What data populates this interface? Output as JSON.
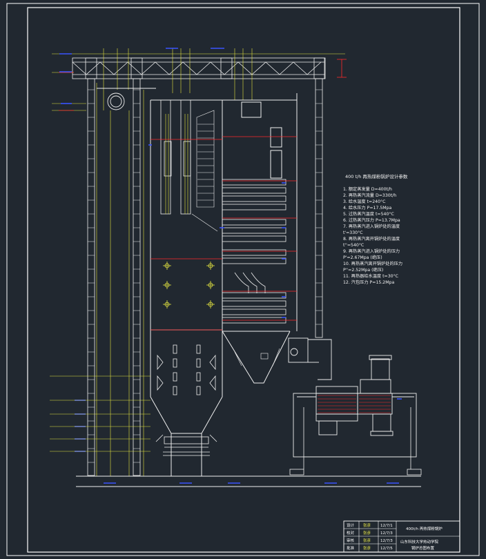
{
  "spec": {
    "title": "400 t/h 再热煤粉锅炉设计参数",
    "lines": [
      "1. 额定蒸发量  D=400t/h",
      "2. 再热蒸汽流量  D=330t/h",
      "3. 给水温度  t=240°C",
      "4. 给水压力  P=17.5Mpa",
      "5. 过热蒸汽温度  t=540°C",
      "6. 过热蒸汽压力  P=13.7Mpa",
      "7. 再热蒸汽进入锅炉处的温度",
      "t'=330°C",
      "8. 再热蒸汽离开锅炉处的温度",
      "t''=540°C",
      "9. 再热蒸汽进入锅炉处的压力",
      "P'=2.67Mpa (绝压)",
      "10. 再热蒸汽离开锅炉处的压力",
      "P''=2.52Mpa (绝压)",
      "11. 再热器给水温度  t=30°C",
      "12. 汽包压力  P=15.2Mpa"
    ]
  },
  "title_block": {
    "rows": [
      {
        "role": "设计",
        "name": "张彦",
        "date": "12/7/1"
      },
      {
        "role": "校对",
        "name": "张彦",
        "date": "12/7/3"
      },
      {
        "role": "审核",
        "name": "张彦",
        "date": "12/7/3"
      },
      {
        "role": "批准",
        "name": "张彦",
        "date": "12/7/5"
      }
    ],
    "drawing_title": "400t/h 再热煤粉锅炉",
    "school": "山东科技大学热动学院",
    "drawing_name": "锅炉总图布置"
  },
  "colors": {
    "background": "#212830",
    "frame": "#ffffff",
    "structure": "#f0f0f0",
    "yellow": "#e6e640",
    "red": "#ff2a2a",
    "blue": "#3a54ff",
    "text": "#f2f2f2"
  }
}
